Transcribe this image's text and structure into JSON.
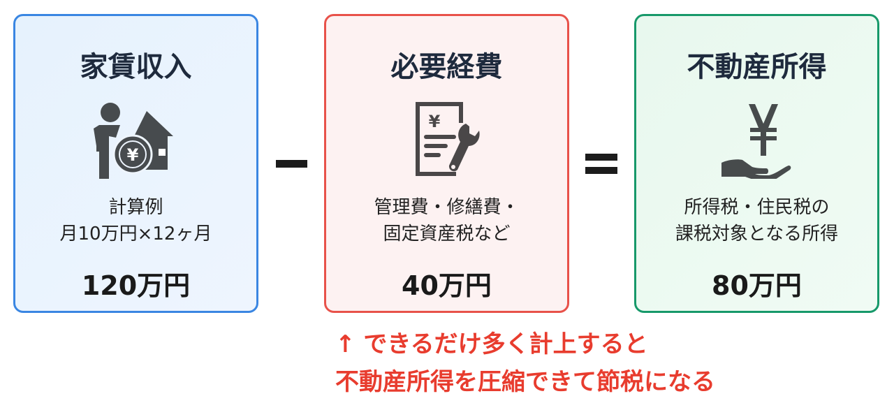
{
  "boxes": [
    {
      "title": "家賃収入",
      "desc_line1": "計算例",
      "desc_line2": "月10万円×12ヶ月",
      "amount": "120万円",
      "icon": "person-house-yen-icon",
      "color": "#3a86e2"
    },
    {
      "title": "必要経費",
      "desc_line1": "管理費・修繕費・",
      "desc_line2": "固定資産税など",
      "amount": "40万円",
      "icon": "document-wrench-icon",
      "color": "#e8524a"
    },
    {
      "title": "不動産所得",
      "desc_line1": "所得税・住民税の",
      "desc_line2": "課税対象となる所得",
      "amount": "80万円",
      "icon": "hand-yen-icon",
      "color": "#17996a"
    }
  ],
  "operators": {
    "minus": "−",
    "equals": "="
  },
  "note": {
    "line1": "↑ できるだけ多く計上すると",
    "line2": "不動産所得を圧縮できて節税になる",
    "color": "#e83c2e"
  }
}
